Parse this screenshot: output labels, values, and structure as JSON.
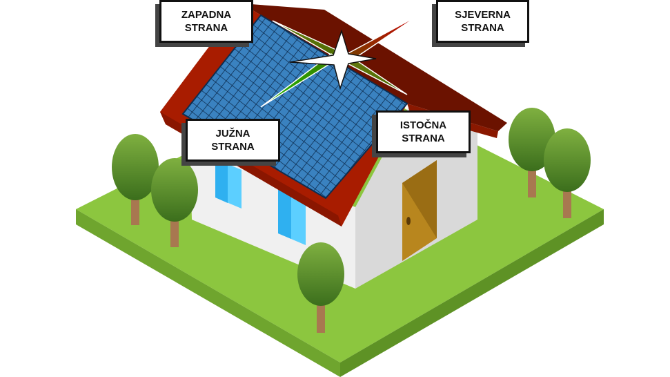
{
  "labels": {
    "west": {
      "line1": "ZAPADNA",
      "line2": "STRANA"
    },
    "north": {
      "line1": "SJEVERNA",
      "line2": "STRANA"
    },
    "south": {
      "line1": "JUŽNA",
      "line2": "STRANA"
    },
    "east": {
      "line1": "ISTOČNA",
      "line2": "STRANA"
    }
  },
  "colors": {
    "grass": "#8cc63f",
    "roof": "#a81c00",
    "roof_dark": "#6b1200",
    "panel": "#2f74b0",
    "door": "#b8861e",
    "window": "#5ccfff",
    "compass_north": "#cc0000",
    "compass_south": "#22aa00"
  }
}
